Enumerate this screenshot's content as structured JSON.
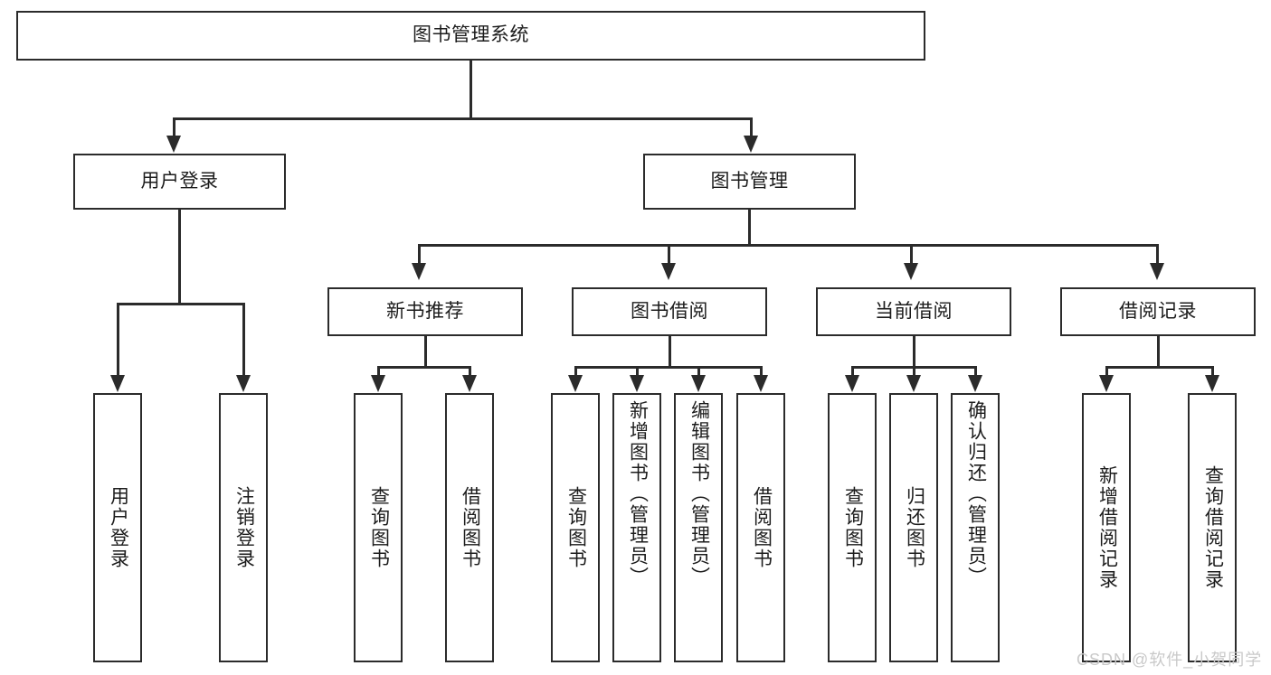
{
  "diagram": {
    "title": "图书管理系统",
    "type": "functional-structure-tree",
    "root": {
      "label": "图书管理系统"
    },
    "level2": [
      {
        "label": "用户登录"
      },
      {
        "label": "图书管理"
      }
    ],
    "level3": [
      {
        "label": "新书推荐"
      },
      {
        "label": "图书借阅"
      },
      {
        "label": "当前借阅"
      },
      {
        "label": "借阅记录"
      }
    ],
    "leaves": {
      "user_login": [
        {
          "label": "用户登录"
        },
        {
          "label": "注销登录"
        }
      ],
      "new_book_recommend": [
        {
          "label": "查询图书"
        },
        {
          "label": "借阅图书"
        }
      ],
      "book_borrow": [
        {
          "label": "查询图书"
        },
        {
          "label": "新增图书（管理员）"
        },
        {
          "label": "编辑图书（管理员）"
        },
        {
          "label": "借阅图书"
        }
      ],
      "current_borrow": [
        {
          "label": "查询图书"
        },
        {
          "label": "归还图书"
        },
        {
          "label": "确认归还（管理员）"
        }
      ],
      "borrow_record": [
        {
          "label": "新增借阅记录"
        },
        {
          "label": "查询借阅记录"
        }
      ]
    }
  },
  "watermark": {
    "text": "CSDN @软件_小贺同学"
  },
  "colors": {
    "stroke": "#2b2b2b",
    "text": "#1c1c1c",
    "background": "#ffffff",
    "watermark": "#c9c9c9"
  }
}
